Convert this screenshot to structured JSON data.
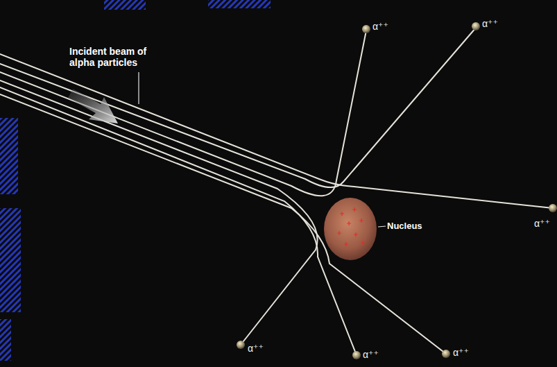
{
  "diagram": {
    "labels": [
      "Incident beam of alpha particles",
      "Nucleus",
      "α⁺⁺",
      "α⁺⁺",
      "α⁺⁺",
      "α⁺⁺",
      "α⁺⁺",
      "α⁺⁺"
    ]
  }
}
